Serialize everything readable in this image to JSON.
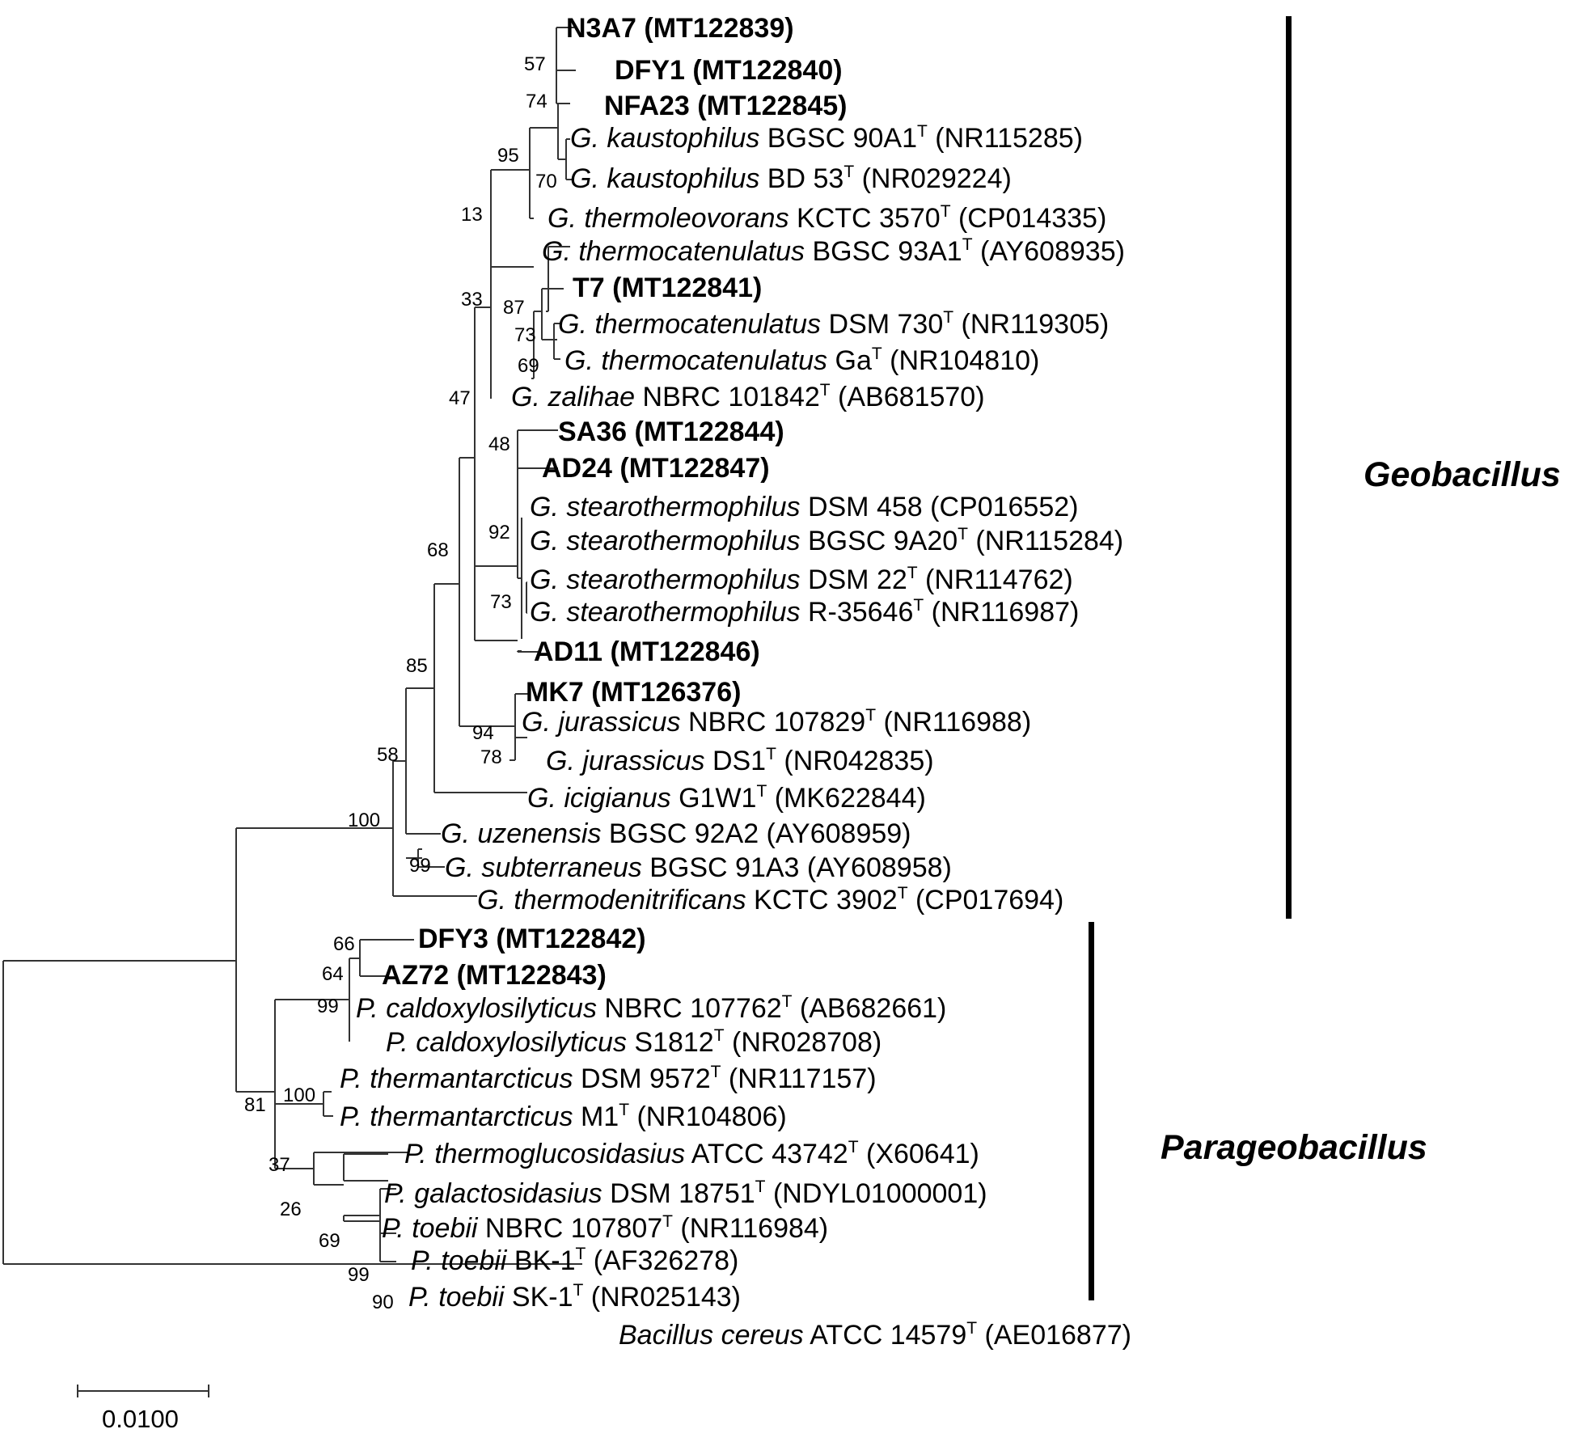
{
  "genus_labels": {
    "upper": "Geobacillus",
    "lower": "Parageobacillus"
  },
  "scale_bar": {
    "label": "0.0100"
  },
  "tips": {
    "n3a7": {
      "name": "N3A7 (MT122839)"
    },
    "dfy1": {
      "name": "DFY1 (MT122840)"
    },
    "nfa23": {
      "name": "NFA23 (MT122845)"
    },
    "kau1": {
      "species": "G. kaustophilus",
      "strain": " BGSC 90A1",
      "type": "T",
      "acc": " (NR115285)"
    },
    "kau2": {
      "species": "G. kaustophilus",
      "strain": " BD 53",
      "type": "T",
      "acc": " (NR029224)"
    },
    "tleo": {
      "species": "G. thermoleovorans",
      "strain": " KCTC 3570",
      "type": "T",
      "acc": " (CP014335)"
    },
    "tcat1": {
      "species": "G. thermocatenulatus",
      "strain": " BGSC 93A1",
      "type": "T",
      "acc": " (AY608935)"
    },
    "t7": {
      "name": "T7 (MT122841)"
    },
    "tcat2": {
      "species": "G. thermocatenulatus",
      "strain": " DSM 730",
      "type": "T",
      "acc": " (NR119305)"
    },
    "tcat3": {
      "species": "G. thermocatenulatus",
      "strain": " Ga",
      "type": "T",
      "acc": " (NR104810)"
    },
    "zal": {
      "species": "G. zalihae",
      "strain": " NBRC 101842",
      "type": "T",
      "acc": " (AB681570)"
    },
    "sa36": {
      "name": "SA36 (MT122844)"
    },
    "ad24": {
      "name": "AD24 (MT122847)"
    },
    "ste1": {
      "species": "G. stearothermophilus",
      "strain": " DSM 458",
      "type": "",
      "acc": " (CP016552)"
    },
    "ste2": {
      "species": "G. stearothermophilus",
      "strain": " BGSC 9A20",
      "type": "T",
      "acc": " (NR115284)"
    },
    "ste3": {
      "species": "G. stearothermophilus",
      "strain": " DSM 22",
      "type": "T",
      "acc": " (NR114762)"
    },
    "ste4": {
      "species": "G. stearothermophilus",
      "strain": " R-35646",
      "type": "T",
      "acc": " (NR116987)"
    },
    "ad11": {
      "name": "AD11 (MT122846)"
    },
    "mk7": {
      "name": "MK7 (MT126376)"
    },
    "jur1": {
      "species": "G. jurassicus",
      "strain": " NBRC 107829",
      "type": "T",
      "acc": " (NR116988)"
    },
    "jur2": {
      "species": "G. jurassicus",
      "strain": " DS1",
      "type": "T",
      "acc": " (NR042835)"
    },
    "ici": {
      "species": "G. icigianus",
      "strain": " G1W1",
      "type": "T",
      "acc": " (MK622844)"
    },
    "uze": {
      "species": "G. uzenensis",
      "strain": " BGSC 92A2",
      "type": "",
      "acc": " (AY608959)"
    },
    "sub": {
      "species": "G. subterraneus",
      "strain": " BGSC 91A3",
      "type": "",
      "acc": " (AY608958)"
    },
    "tden": {
      "species": "G. thermodenitrificans",
      "strain": " KCTC 3902",
      "type": "T",
      "acc": " (CP017694)"
    },
    "dfy3": {
      "name": "DFY3 (MT122842)"
    },
    "az72": {
      "name": "AZ72 (MT122843)"
    },
    "cal1": {
      "species": "P. caldoxylosilyticus",
      "strain": " NBRC 107762",
      "type": "T",
      "acc": " (AB682661)"
    },
    "cal2": {
      "species": "P. caldoxylosilyticus",
      "strain": " S1812",
      "type": "T",
      "acc": " (NR028708)"
    },
    "tant1": {
      "species": "P. thermantarcticus",
      "strain": " DSM 9572",
      "type": "T",
      "acc": " (NR117157)"
    },
    "tant2": {
      "species": "P. thermantarcticus",
      "strain": " M1",
      "type": "T",
      "acc": " (NR104806)"
    },
    "tglu": {
      "species": "P. thermoglucosidasius",
      "strain": " ATCC 43742",
      "type": "T",
      "acc": " (X60641)"
    },
    "gal": {
      "species": "P. galactosidasius",
      "strain": " DSM 18751",
      "type": "T",
      "acc": " (NDYL01000001)"
    },
    "toe1": {
      "species": "P. toebii",
      "strain": " NBRC 107807",
      "type": "T",
      "acc": " (NR116984)"
    },
    "toe2": {
      "species": "P. toebii",
      "strain": " BK-1",
      "type": "T",
      "acc": " (AF326278)"
    },
    "toe3": {
      "species": "P. toebii",
      "strain": " SK-1",
      "type": "T",
      "acc": " (NR025143)"
    },
    "bce": {
      "species": "Bacillus cereus",
      "strain": " ATCC 14579",
      "type": "T",
      "acc": " (AE016877)"
    }
  },
  "bootstrap": {
    "b57": "57",
    "b74": "74",
    "b95": "95",
    "b70": "70",
    "b13": "13",
    "b33": "33",
    "b87": "87",
    "b73a": "73",
    "b69a": "69",
    "b47": "47",
    "b48": "48",
    "b92": "92",
    "b73b": "73",
    "b68": "68",
    "b85": "85",
    "b94": "94",
    "b78": "78",
    "b58": "58",
    "b100a": "100",
    "b99a": "99",
    "b66": "66",
    "b64": "64",
    "b99b": "99",
    "b81": "81",
    "b100b": "100",
    "b37": "37",
    "b26": "26",
    "b69b": "69",
    "b99c": "99",
    "b90": "90"
  }
}
